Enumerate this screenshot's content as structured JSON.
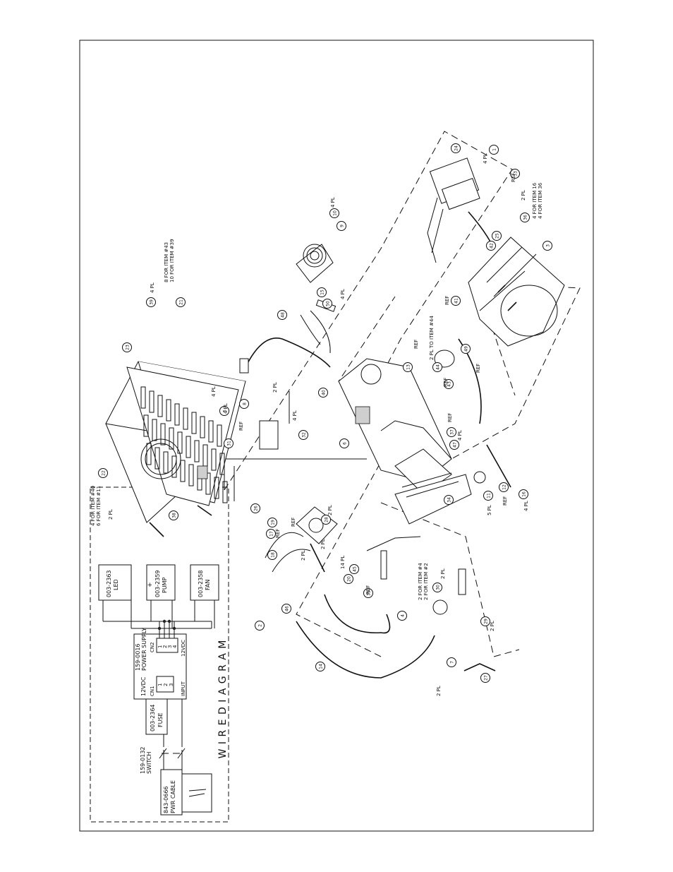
{
  "wire_diagram": {
    "title": "W I R E   D I A G R A M",
    "blocks": {
      "cable": {
        "part": "843-0666",
        "name": "PWR CABLE"
      },
      "switch": {
        "part": "159-0132",
        "name": "SWITCH"
      },
      "fuse": {
        "part": "003-2364",
        "name": "FUSE"
      },
      "power_supply": {
        "part": "159-0016",
        "name": "POWER SUPPLY",
        "rating": "12VDC",
        "cn1": "CN1",
        "cn2": "CN2",
        "input_label": "INPUT",
        "output_label": "12VDC",
        "cn1_pins": [
          "1",
          "2",
          "3"
        ],
        "cn2_pins": [
          "1",
          "2",
          "3",
          "4"
        ]
      },
      "led": {
        "part": "003-2363",
        "name": "LED"
      },
      "pump": {
        "part": "003-2359",
        "name": "PUMP",
        "polarity": "+"
      },
      "fan": {
        "part": "003-2358",
        "name": "FAN"
      }
    }
  },
  "callouts": [
    {
      "id": "c1",
      "num": "1"
    },
    {
      "id": "c2",
      "num": "2"
    },
    {
      "id": "c3",
      "num": "3"
    },
    {
      "id": "c4",
      "num": "4"
    },
    {
      "id": "c5",
      "num": "5"
    },
    {
      "id": "c6",
      "num": "6"
    },
    {
      "id": "c7",
      "num": "7"
    },
    {
      "id": "c8",
      "num": "8"
    },
    {
      "id": "c9",
      "num": "9"
    },
    {
      "id": "c10",
      "num": "10"
    },
    {
      "id": "c11",
      "num": "11"
    },
    {
      "id": "c12",
      "num": "12"
    },
    {
      "id": "c13",
      "num": "13"
    },
    {
      "id": "c14",
      "num": "14"
    },
    {
      "id": "c15",
      "num": "15"
    },
    {
      "id": "c16",
      "num": "16"
    },
    {
      "id": "c17",
      "num": "17"
    },
    {
      "id": "c18",
      "num": "18"
    },
    {
      "id": "c19",
      "num": "19"
    },
    {
      "id": "c20",
      "num": "20"
    },
    {
      "id": "c21",
      "num": "21"
    },
    {
      "id": "c22",
      "num": "22"
    },
    {
      "id": "c23",
      "num": "23"
    },
    {
      "id": "c24",
      "num": "24"
    },
    {
      "id": "c25",
      "num": "25"
    },
    {
      "id": "c26",
      "num": "26"
    },
    {
      "id": "c27",
      "num": "27"
    },
    {
      "id": "c28",
      "num": "28"
    },
    {
      "id": "c29",
      "num": "29"
    },
    {
      "id": "c30",
      "num": "30"
    },
    {
      "id": "c31",
      "num": "31"
    },
    {
      "id": "c32",
      "num": "32"
    },
    {
      "id": "c33",
      "num": "33"
    },
    {
      "id": "c34",
      "num": "34"
    },
    {
      "id": "c35",
      "num": "35"
    },
    {
      "id": "c36",
      "num": "36"
    },
    {
      "id": "c37",
      "num": "37"
    },
    {
      "id": "c38",
      "num": "38"
    },
    {
      "id": "c39",
      "num": "39"
    },
    {
      "id": "c40",
      "num": "40"
    },
    {
      "id": "c41",
      "num": "41"
    },
    {
      "id": "c42",
      "num": "42"
    },
    {
      "id": "c43",
      "num": "43"
    },
    {
      "id": "c44",
      "num": "44"
    },
    {
      "id": "c45",
      "num": "45"
    },
    {
      "id": "c46",
      "num": "46"
    },
    {
      "id": "c47",
      "num": "47"
    },
    {
      "id": "c48",
      "num": "48"
    },
    {
      "id": "c49",
      "num": "49"
    },
    {
      "id": "c50",
      "num": "50"
    }
  ],
  "notes": {
    "n_4pl": "4 PL",
    "n_2pl": "2 PL",
    "n_5pl": "5 PL",
    "n_14pl": "14 PL",
    "n_ref": "REF",
    "n_item40": "4 FOR ITEM #40",
    "n_item11": "6 FOR ITEM #11",
    "n_item43": "8 FOR ITEM #43",
    "n_item39": "10 FOR ITEM #39",
    "n_toitem44": "2 PL TO ITEM #44",
    "n_item44": "2 FOR ITEM #4",
    "n_item42": "2 FOR ITEM #2",
    "n_item16": "4 FOR ITEM 16",
    "n_item36": "4 FOR ITEM 36"
  }
}
